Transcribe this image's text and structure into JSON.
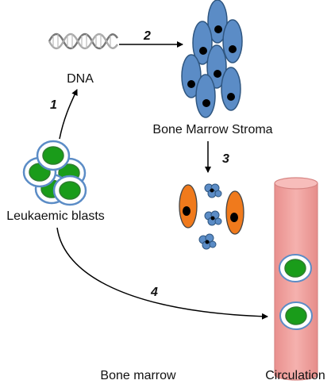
{
  "labels": {
    "dna": "DNA",
    "stroma": "Bone Marrow Stroma",
    "blasts": "Leukaemic blasts",
    "bone_marrow": "Bone marrow",
    "circulation": "Circulation"
  },
  "steps": [
    "1",
    "2",
    "3",
    "4"
  ],
  "colors": {
    "stroma_cell": "#5b8cc6",
    "stroma_outline": "#2f5680",
    "blast_ring": "#2e7d2e",
    "blast_fill": "#1a9c1a",
    "blast_border": "#5b8cc6",
    "orange_cell": "#f07a1c",
    "vessel": "#f2a3a1",
    "vessel_outline": "#d68583",
    "nucleus": "#000000"
  }
}
